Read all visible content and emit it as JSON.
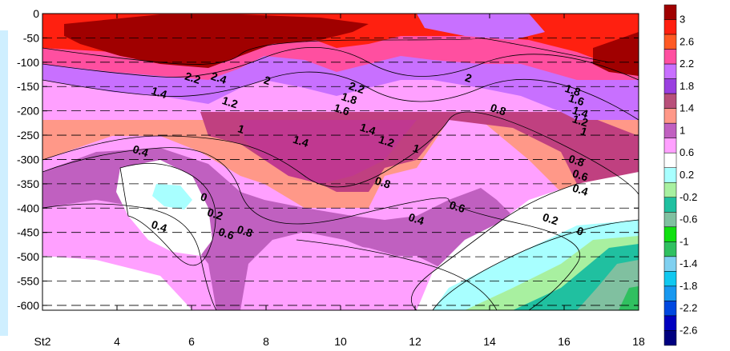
{
  "chart_data": {
    "type": "heatmap",
    "title": "",
    "xlabel": "",
    "ylabel": "",
    "x_ticks": [
      "St2",
      "4",
      "6",
      "8",
      "10",
      "12",
      "14",
      "16",
      "18"
    ],
    "x_tick_values": [
      2,
      4,
      6,
      8,
      10,
      12,
      14,
      16,
      18
    ],
    "y_ticks": [
      "0",
      "-50",
      "-100",
      "-150",
      "-200",
      "-250",
      "-300",
      "-350",
      "-400",
      "-450",
      "-500",
      "-550",
      "-600"
    ],
    "y_tick_values": [
      0,
      -50,
      -100,
      -150,
      -200,
      -250,
      -300,
      -350,
      -400,
      -450,
      -500,
      -550,
      -600
    ],
    "xlim": [
      2,
      18
    ],
    "ylim": [
      -610,
      0
    ],
    "grid": "dashed horizontal lines every 50",
    "colorbar": {
      "levels": [
        "3",
        "2.6",
        "2.2",
        "1.8",
        "1.4",
        "1",
        "0.6",
        "0.2",
        "-0.2",
        "-0.6",
        "-1",
        "-1.4",
        "-1.8",
        "-2.2",
        "-2.6"
      ],
      "colors": [
        "#a00000",
        "#ff2010",
        "#ff5a24",
        "#ff4fa0",
        "#c870ff",
        "#9a40e0",
        "#b8507a",
        "#ff9888",
        "#c060c0",
        "#ffa0ff",
        "#ffffff",
        "#a8ffff",
        "#a8f0a0",
        "#20c0a0",
        "#80c0a0",
        "#10e010",
        "#30c060",
        "#80d0f0",
        "#10c8f0",
        "#1898f0",
        "#0048e0",
        "#0000c0",
        "#000080"
      ]
    },
    "contour_labels": [
      {
        "text": "2.2",
        "x": 6.0,
        "y": -140
      },
      {
        "text": "2.4",
        "x": 6.7,
        "y": -140
      },
      {
        "text": "1.4",
        "x": 5.1,
        "y": -170
      },
      {
        "text": "2",
        "x": 8.0,
        "y": -145
      },
      {
        "text": "2.2",
        "x": 10.4,
        "y": -160
      },
      {
        "text": "1.8",
        "x": 10.2,
        "y": -182
      },
      {
        "text": "1.6",
        "x": 10.0,
        "y": -205
      },
      {
        "text": "2",
        "x": 13.4,
        "y": -140
      },
      {
        "text": "1.2",
        "x": 7.0,
        "y": -190
      },
      {
        "text": "1",
        "x": 7.3,
        "y": -245
      },
      {
        "text": "1.4",
        "x": 8.9,
        "y": -270
      },
      {
        "text": "1.4",
        "x": 10.7,
        "y": -245
      },
      {
        "text": "1.2",
        "x": 11.2,
        "y": -270
      },
      {
        "text": "1",
        "x": 12.0,
        "y": -285
      },
      {
        "text": "0.8",
        "x": 14.2,
        "y": -205
      },
      {
        "text": "1.8",
        "x": 16.2,
        "y": -165
      },
      {
        "text": "1.6",
        "x": 16.3,
        "y": -185
      },
      {
        "text": "1.4",
        "x": 16.4,
        "y": -210
      },
      {
        "text": "1.2",
        "x": 16.4,
        "y": -228
      },
      {
        "text": "1",
        "x": 16.5,
        "y": -250
      },
      {
        "text": "0.4",
        "x": 4.6,
        "y": -290
      },
      {
        "text": "0",
        "x": 6.3,
        "y": -385
      },
      {
        "text": "0.2",
        "x": 6.6,
        "y": -420
      },
      {
        "text": "0.4",
        "x": 5.1,
        "y": -445
      },
      {
        "text": "0.6",
        "x": 6.9,
        "y": -460
      },
      {
        "text": "0.8",
        "x": 7.4,
        "y": -455
      },
      {
        "text": "0.8",
        "x": 11.1,
        "y": -355
      },
      {
        "text": "0.6",
        "x": 13.1,
        "y": -405
      },
      {
        "text": "0.4",
        "x": 12.0,
        "y": -430
      },
      {
        "text": "0.8",
        "x": 16.3,
        "y": -310
      },
      {
        "text": "0.6",
        "x": 16.4,
        "y": -340
      },
      {
        "text": "0.4",
        "x": 16.4,
        "y": -370
      },
      {
        "text": "0.2",
        "x": 15.6,
        "y": -430
      },
      {
        "text": "0",
        "x": 16.4,
        "y": -455
      }
    ]
  }
}
